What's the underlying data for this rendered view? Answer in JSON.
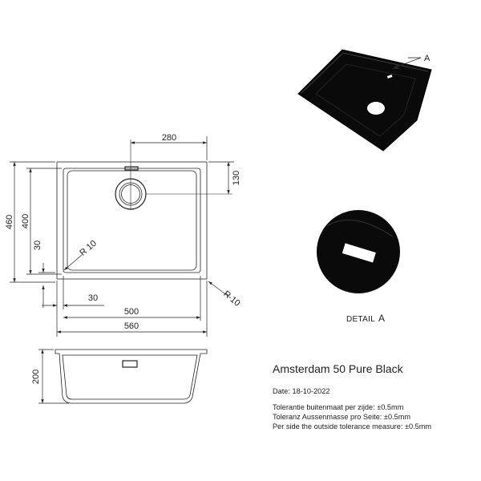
{
  "dimensions": {
    "top_width": "280",
    "right_offset": "130",
    "total_height": "460",
    "inner_height": "400",
    "left_offset": "30",
    "inner_radius": "R 10",
    "outer_radius": "R 10",
    "bottom_offset": "30",
    "inner_width": "500",
    "total_width": "560",
    "depth": "200"
  },
  "callouts": {
    "marker": "A",
    "detail_label": "DETAIL",
    "detail_letter": "A"
  },
  "info": {
    "title": "Amsterdam 50 Pure Black",
    "date": "Date: 18-10-2022",
    "tolerance_nl": "Tolerantie buitenmaat per zijde: ±0.5mm",
    "tolerance_de": "Toleranz Aussenmasse pro Seite: ±0.5mm",
    "tolerance_en": "Per side the outside tolerance measure: ±0.5mm"
  },
  "colors": {
    "sink_body": "#0a0a0a",
    "line": "#222222"
  }
}
